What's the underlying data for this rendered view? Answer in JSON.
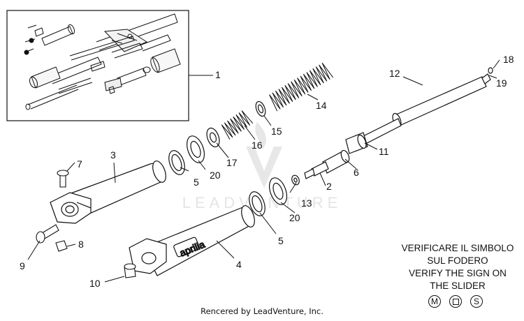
{
  "diagram": {
    "part_numbers": [
      "1",
      "2",
      "3",
      "4",
      "5",
      "5",
      "6",
      "7",
      "8",
      "9",
      "10",
      "11",
      "12",
      "13",
      "14",
      "15",
      "16",
      "17",
      "18",
      "19",
      "20",
      "20"
    ],
    "brand_label": "aprilia",
    "watermark": "LEADVENTURE"
  },
  "note": {
    "line1": "VERIFICARE IL SIMBOLO",
    "line2": "SUL FODERO",
    "line3": "VERIFY THE SIGN ON",
    "line4": "THE SLIDER",
    "symbols": [
      "M",
      "",
      "S"
    ]
  },
  "footer": {
    "credit": "Rencered by LeadVenture, Inc."
  },
  "colors": {
    "line": "#111111",
    "watermark": "#cfcfcf",
    "background": "#ffffff"
  }
}
